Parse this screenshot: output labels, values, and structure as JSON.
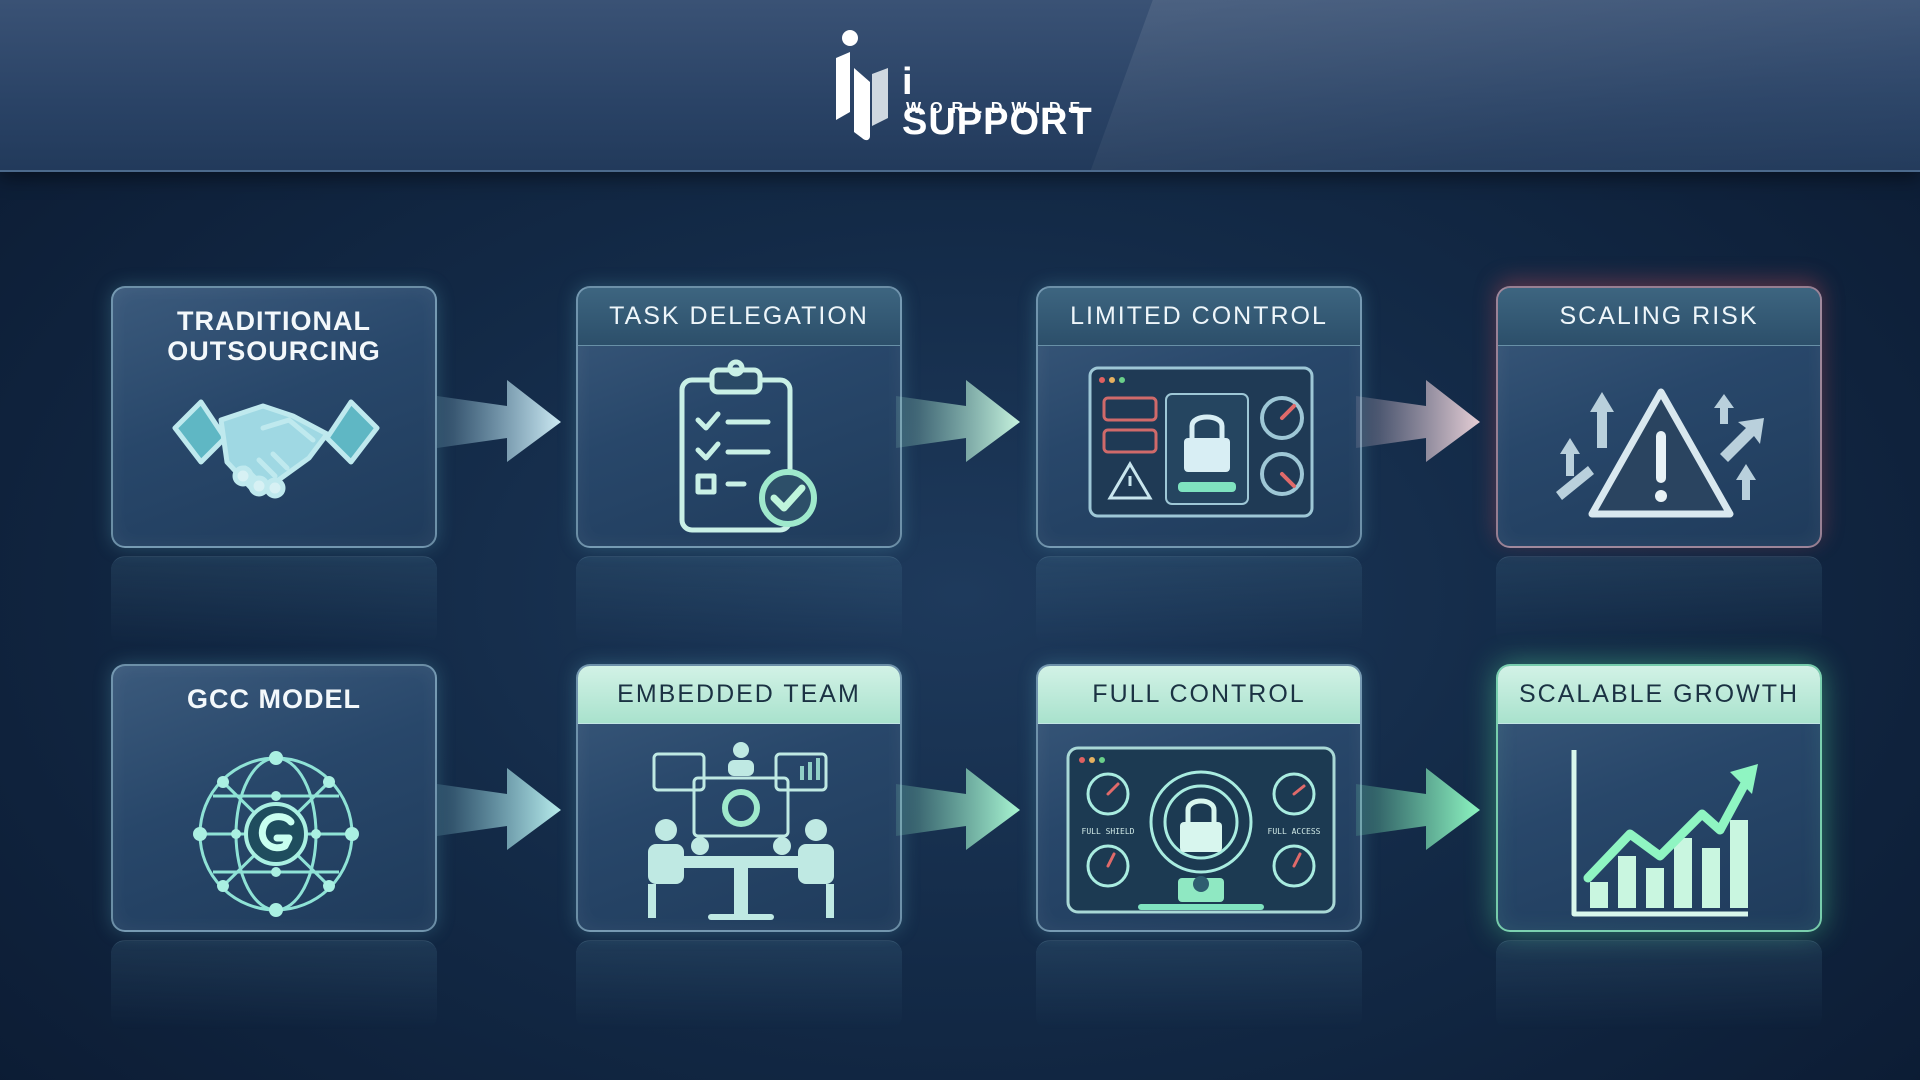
{
  "brand": {
    "name": "i SUPPORT",
    "tagline": "WORLDWIDE"
  },
  "rows": [
    {
      "row_id": "traditional",
      "steps": [
        {
          "title": "TRADITIONAL OUTSOURCING",
          "icon": "handshake-icon"
        },
        {
          "title": "TASK DELEGATION",
          "icon": "clipboard-checklist-icon"
        },
        {
          "title": "LIMITED CONTROL",
          "icon": "locked-dashboard-icon"
        },
        {
          "title": "SCALING RISK",
          "icon": "warning-triangle-icon"
        }
      ]
    },
    {
      "row_id": "gcc",
      "steps": [
        {
          "title": "GCC MODEL",
          "icon": "network-globe-icon"
        },
        {
          "title": "EMBEDDED TEAM",
          "icon": "team-meeting-icon"
        },
        {
          "title": "FULL CONTROL",
          "icon": "control-panel-icon"
        },
        {
          "title": "SCALABLE GROWTH",
          "icon": "growth-chart-icon"
        }
      ]
    }
  ],
  "panel_labels": {
    "left": "FULL SHIELD",
    "right": "FULL ACCESS"
  },
  "colors": {
    "accent": "#7fe3c0",
    "risk": "#e0606a",
    "background": "#132a47"
  }
}
